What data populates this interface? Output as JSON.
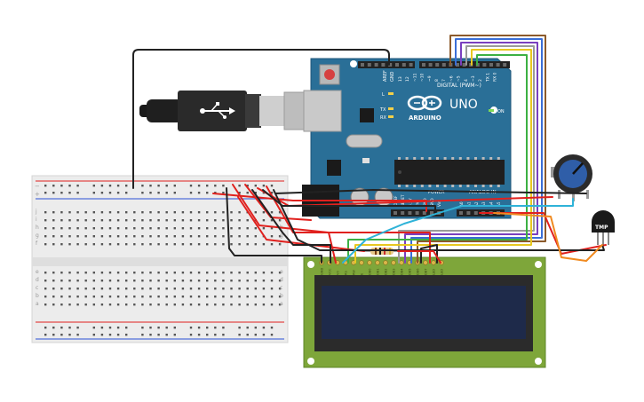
{
  "board": {
    "brand": "ARDUINO",
    "model": "UNO",
    "digital_header_label": "DIGITAL (PWM~)",
    "analog_header_label": "ANALOG IN",
    "power_header_label": "POWER",
    "on_led_label": "ON",
    "tx_label": "TX",
    "rx_label": "RX",
    "l_label": "L",
    "aref_label": "AREF",
    "gnd_label": "GND",
    "top_pin_labels": [
      "13",
      "12",
      "~11",
      "~10",
      "~9",
      "8",
      "7",
      "~6",
      "~5",
      "4",
      "~3",
      "2",
      "TX 1",
      "RX 0"
    ],
    "power_pin_labels": [
      "IOREF",
      "RESET",
      "3.3V",
      "5V",
      "GND",
      "GND",
      "Vin"
    ],
    "analog_pin_labels": [
      "A0",
      "A1",
      "A2",
      "A3",
      "A4",
      "A5"
    ]
  },
  "breadboard": {
    "row_letters_top": [
      "j",
      "i",
      "h",
      "g",
      "f"
    ],
    "row_letters_bottom": [
      "e",
      "d",
      "c",
      "b",
      "a"
    ],
    "plus_symbol": "+",
    "minus_symbol": "−"
  },
  "lcd": {
    "pin_labels": [
      "GND",
      "VCC",
      "V0",
      "RS",
      "RW",
      "E",
      "DB0",
      "DB1",
      "DB2",
      "DB3",
      "DB4",
      "DB5",
      "DB6",
      "DB7",
      "LED",
      "LED"
    ]
  },
  "sensor": {
    "label": "TMP"
  },
  "colors": {
    "board_blue": "#2a6f97",
    "lcd_green": "#7ea63a",
    "lcd_screen": "#1e2a4a",
    "wire_red": "#e0211e",
    "wire_black": "#222222"
  }
}
